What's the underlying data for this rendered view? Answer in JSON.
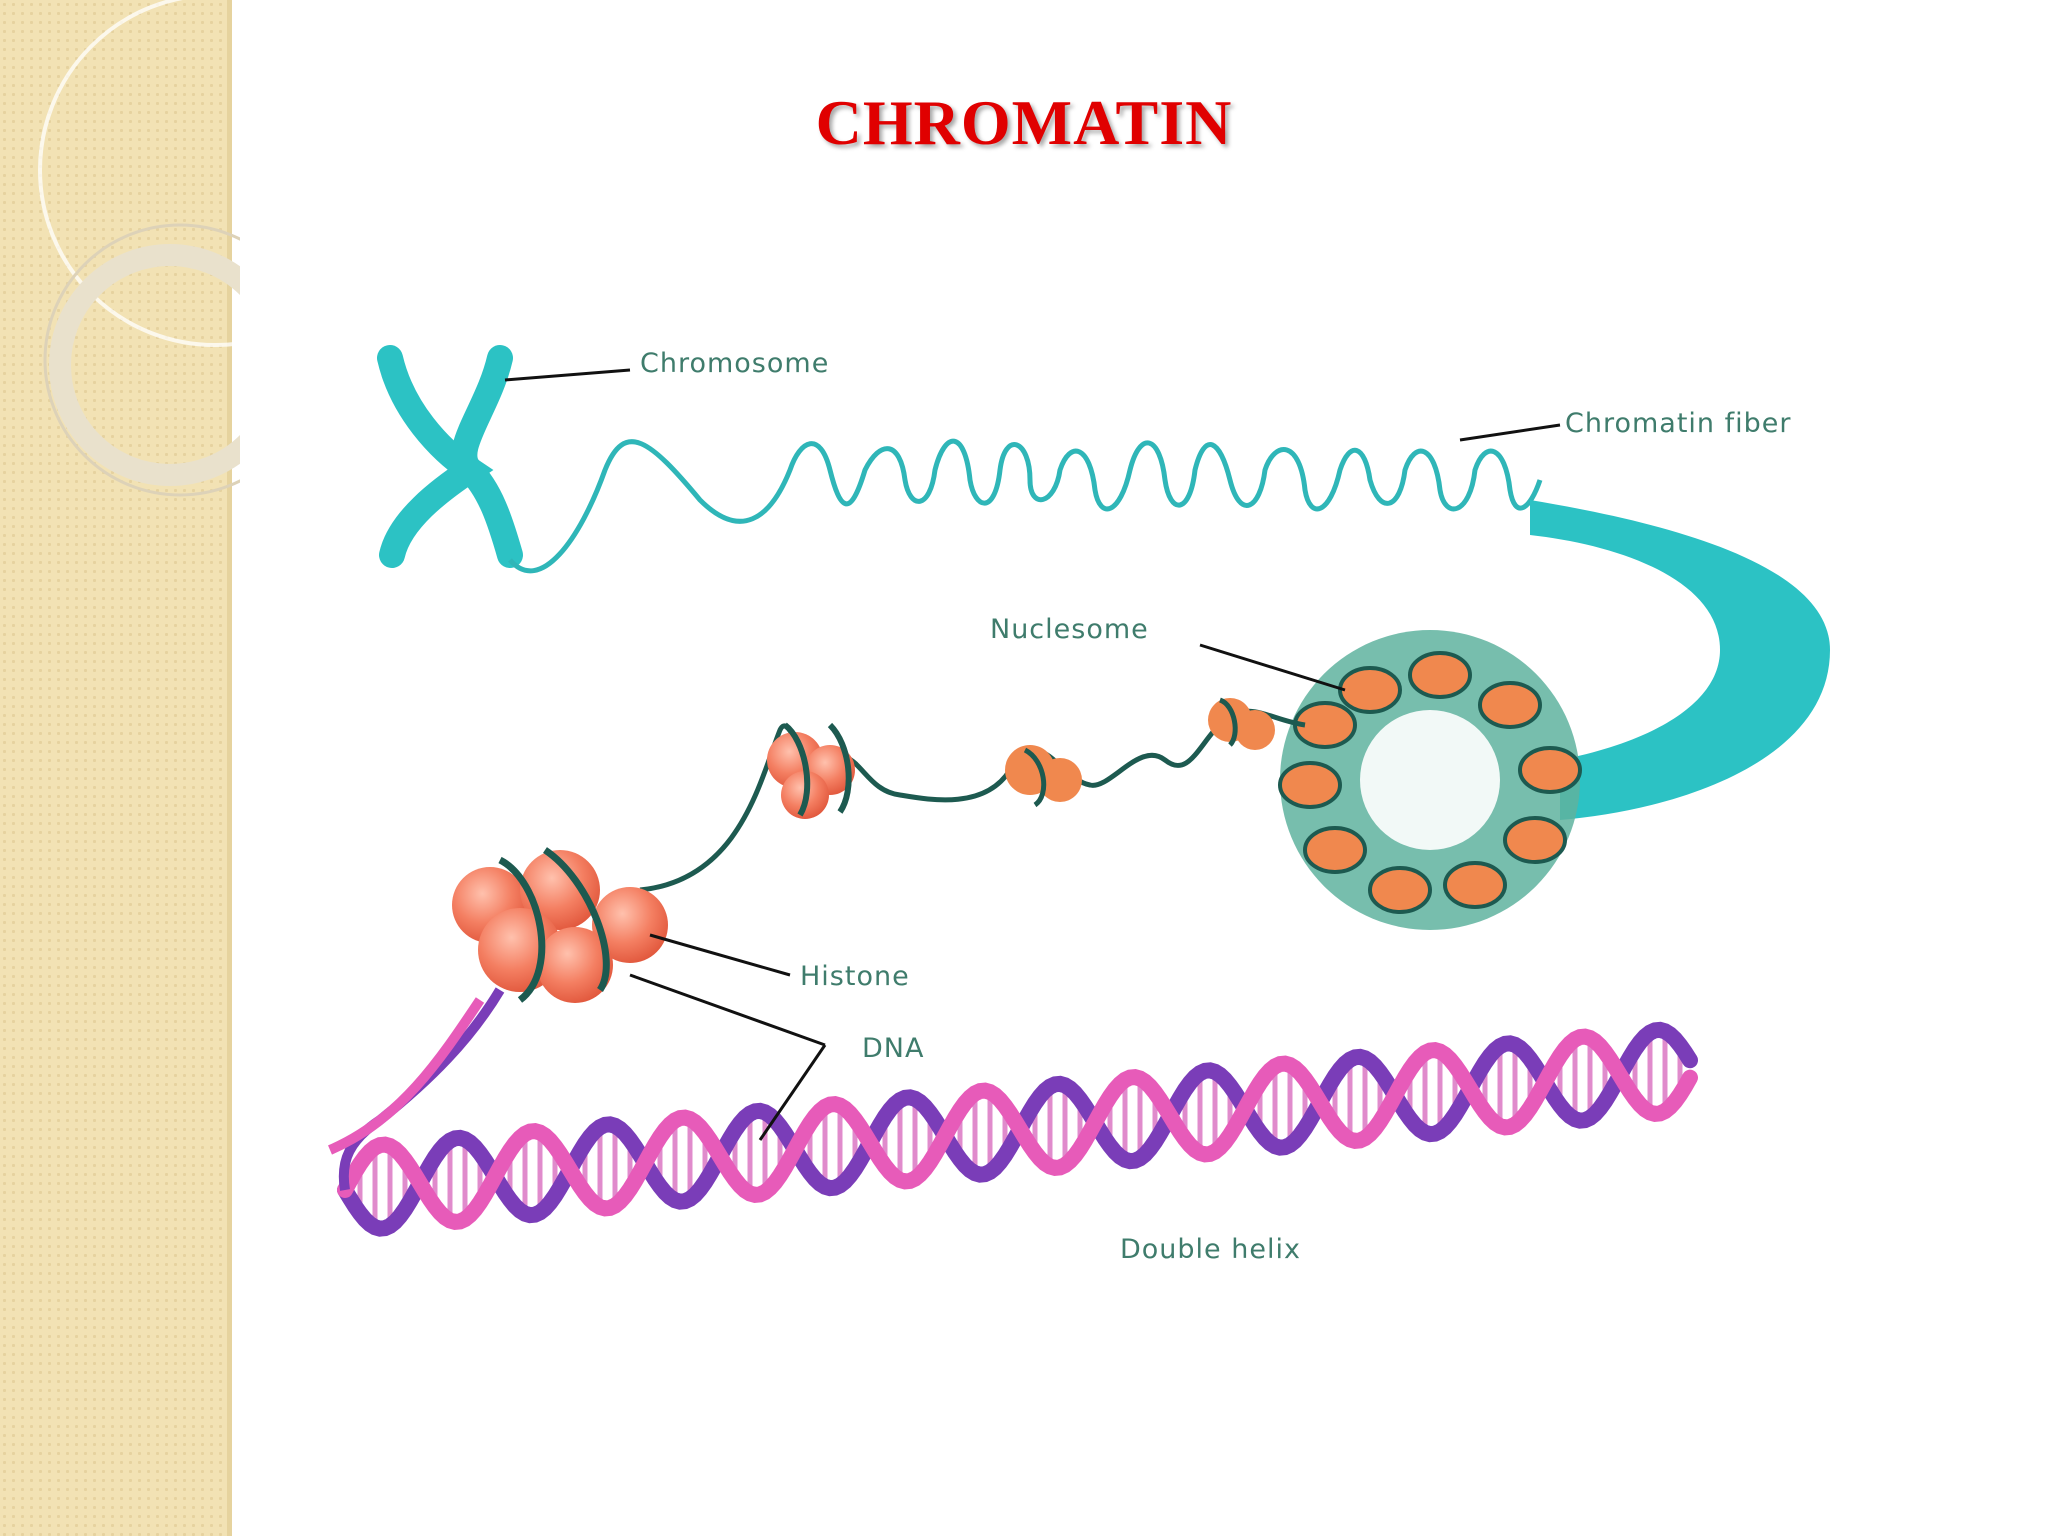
{
  "title": "CHROMATIN",
  "labels": {
    "chromosome": "Chromosome",
    "chromatin_fiber": "Chromatin fiber",
    "nucleosome": "Nuclesome",
    "histone": "Histone",
    "dna": "DNA",
    "double_helix": "Double helix"
  },
  "colors": {
    "title": "#e00000",
    "chromosome": "#2cc2c4",
    "histone": "#f0884e",
    "dna_wrap": "#1d5a50",
    "helix_pink": "#e75bb9",
    "helix_purple": "#7a3db8",
    "label": "#3f7c6c"
  }
}
